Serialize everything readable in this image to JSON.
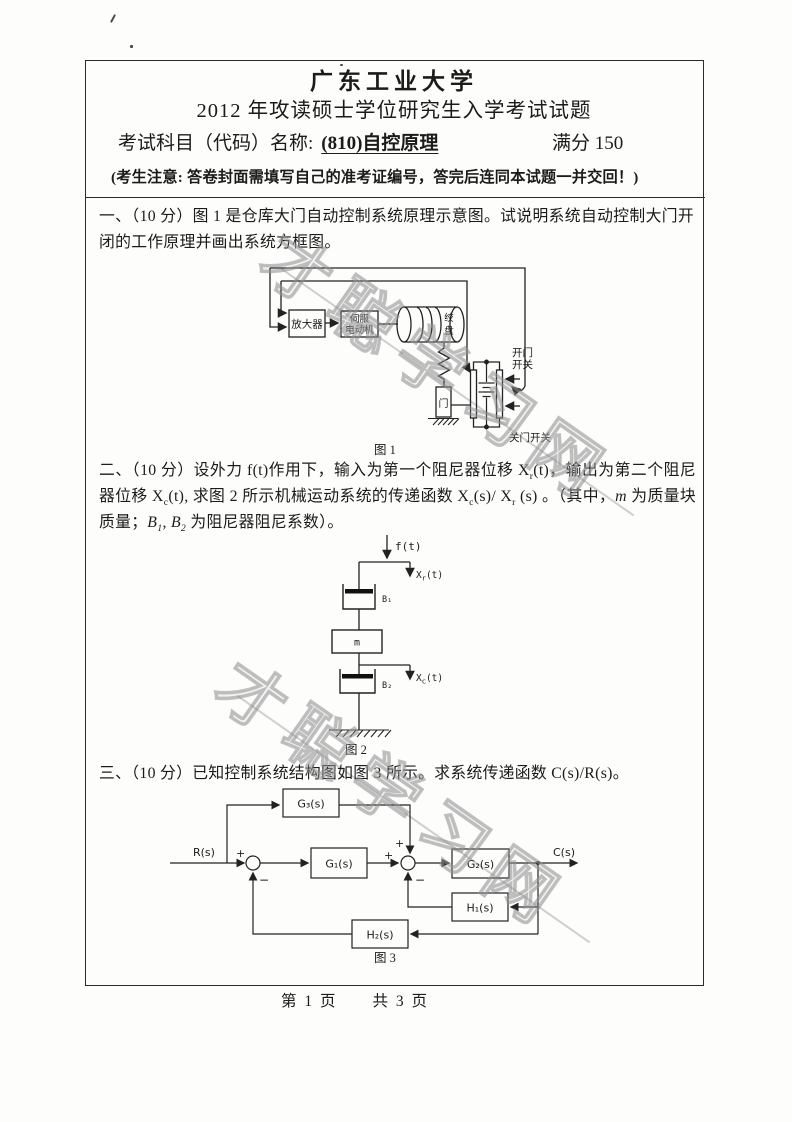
{
  "header": {
    "university": "广东工业大学",
    "exam_title": "2012 年攻读硕士学位研究生入学考试试题",
    "subject_label": "考试科目（代码）名称:",
    "subject_value": "(810)自控原理",
    "full_score": "满分 150",
    "notice": "(考生注意: 答卷封面需填写自己的准考证编号，答完后连同本试题一并交回！)"
  },
  "q1": {
    "text": "一、（10 分）图 1 是仓库大门自动控制系统原理示意图。试说明系统自动控制大门开闭的工作原理并画出系统方框图。"
  },
  "q2": {
    "p0": "二、（10 分）设外力 f(t)作用下，输入为第一个阻尼器位移 X",
    "p1": "r",
    "p2": "(t)，输出为第二个阻尼器位移 X",
    "p3": "c",
    "p4": "(t), 求图 2 所示机械运动系统的传递函数 X",
    "p5": "c",
    "p6": "(s)/ X",
    "p7": "r",
    "p8": " (s) 。（其中，",
    "p9": "m",
    "p10": " 为质量块质量；",
    "p11": "B",
    "p12": "1",
    "p13": ", ",
    "p14": "B",
    "p15": "2",
    "p16": " 为阻尼器阻尼系数）。"
  },
  "q3": {
    "text": "三、（10 分）已知控制系统结构图如图 3 所示。求系统传递函数 C(s)/R(s)。"
  },
  "figure1": {
    "caption": "图 1",
    "amplifier": "放大器",
    "servo_line1": "伺服",
    "servo_line2": "电动机",
    "winch_line1": "绞",
    "winch_line2": "盘",
    "door": "门",
    "open_switch_line1": "开门",
    "open_switch_line2": "开关",
    "close_switch": "关门开关"
  },
  "figure2": {
    "caption": "图 2",
    "force": "f(t)",
    "xr_base": "X",
    "xr_sub": "r",
    "xr_rest": "(t)",
    "xc_base": "X",
    "xc_sub": "c",
    "xc_rest": "(t)",
    "damper1": "B₁",
    "mass": "m",
    "damper2": "B₂"
  },
  "figure3": {
    "caption": "图 3",
    "input": "R(s)",
    "output": "C(s)",
    "g3": "G₃(s)",
    "g1": "G₁(s)",
    "g2": "G₂(s)",
    "h1": "H₁(s)",
    "h2": "H₂(s)",
    "plus_j1": "+",
    "minus_j1": "−",
    "plus_j2_left": "+",
    "plus_j2_top": "+",
    "minus_j2": "−"
  },
  "watermark": {
    "text": "才聪学习网"
  },
  "footer": {
    "page_info": "第 1 页　　共 3 页"
  }
}
